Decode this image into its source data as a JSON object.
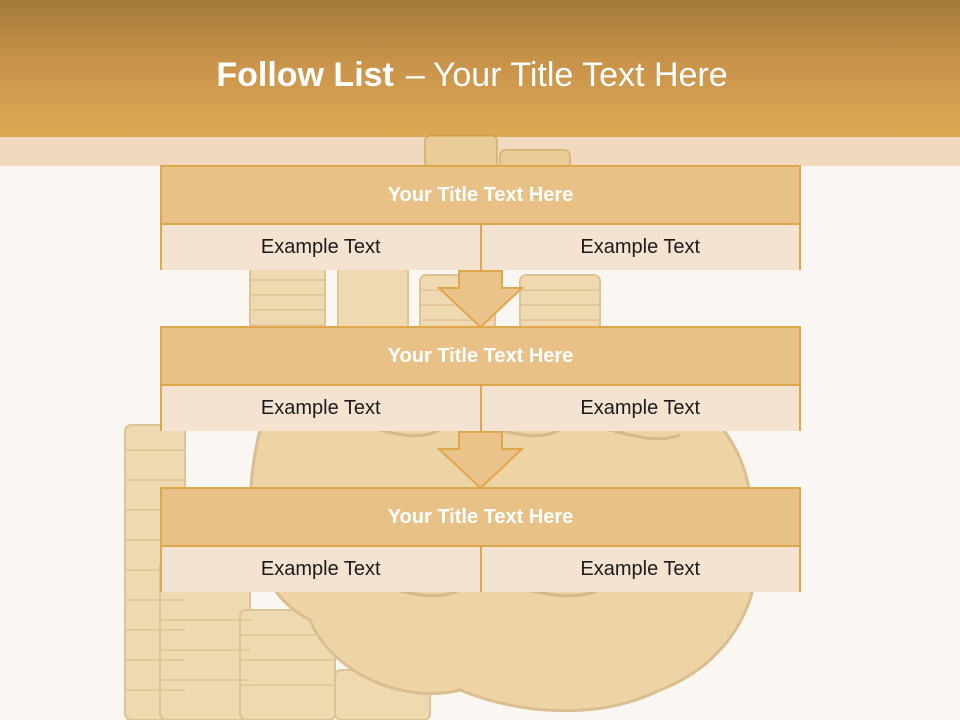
{
  "slide": {
    "title_bold": "Follow List",
    "title_dash": "–",
    "title_rest": "Your Title Text Here"
  },
  "blocks": [
    {
      "title": "Your Title Text Here",
      "left": "Example Text",
      "right": "Example Text"
    },
    {
      "title": "Your Title Text Here",
      "left": "Example Text",
      "right": "Example Text"
    },
    {
      "title": "Your Title Text Here",
      "left": "Example Text",
      "right": "Example Text"
    }
  ],
  "colors": {
    "header_gold": "#dea955",
    "box_border": "#dfa74c",
    "box_header": "#e8c186",
    "box_cell": "#f4e3d0"
  },
  "background_image": "gold-coins-and-brain"
}
